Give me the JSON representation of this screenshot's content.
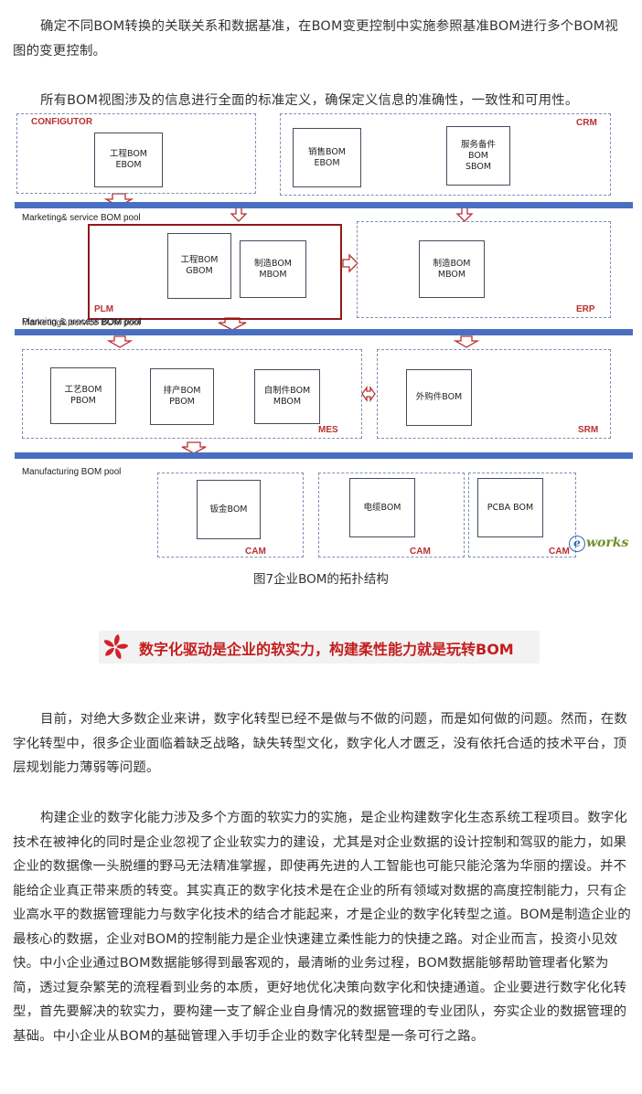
{
  "intro": {
    "p1": "确定不同BOM转换的关联关系和数据基准，在BOM变更控制中实施参照基准BOM进行多个BOM视图的变更控制。",
    "p2": "所有BOM视图涉及的信息进行全面的标准定义，确保定义信息的准确性，一致性和可用性。"
  },
  "diagram": {
    "configurator": {
      "label": "CONFIGUTOR",
      "box_line1": "工程BOM",
      "box_line2": "EBOM"
    },
    "crm": {
      "label": "CRM",
      "sales_line1": "销售BOM",
      "sales_line2": "EBOM",
      "service_line1": "服务备件",
      "service_line2": "BOM",
      "service_line3": "SBOM"
    },
    "pool1": "Marketing& service BOM pool",
    "plm": {
      "label": "PLM",
      "g_line1": "工程BOM",
      "g_line2": "GBOM",
      "m_line1": "制造BOM",
      "m_line2": "MBOM"
    },
    "erp": {
      "label": "ERP",
      "line1": "制造BOM",
      "line2": "MBOM"
    },
    "pool2a": "Planning & process BOM pool",
    "pool2b": "Marketing& service BOM pool",
    "mes": {
      "label": "MES",
      "p_line1": "工艺BOM",
      "p_line2": "PBOM",
      "pp_line1": "排产BOM",
      "pp_line2": "PBOM",
      "m_line1": "自制件BOM",
      "m_line2": "MBOM"
    },
    "srm": {
      "label": "SRM",
      "line1": "外购件BOM"
    },
    "pool3": "Manufacturing  BOM pool",
    "cam1": {
      "label": "CAM",
      "text": "钣金BOM"
    },
    "cam2": {
      "label": "CAM",
      "text": "电缆BOM"
    },
    "cam3": {
      "label": "CAM",
      "text": "PCBA BOM"
    },
    "watermark_letter": "e",
    "watermark_text": "works",
    "colors": {
      "bar": "#4a6fc0",
      "dashed": "#7f8fb5",
      "highlight": "#8e1a1a",
      "label": "#b83030"
    }
  },
  "caption": "图7企业BOM的拓扑结构",
  "banner": {
    "title": "数字化驱动是企业的软实力，构建柔性能力就是玩转BOM",
    "icon": "bauhinia-flower-icon"
  },
  "body": {
    "p1": "目前，对绝大多数企业来讲，数字化转型已经不是做与不做的问题，而是如何做的问题。然而，在数字化转型中，很多企业面临着缺乏战略，缺失转型文化，数字化人才匮乏，没有依托合适的技术平台，顶层规划能力薄弱等问题。",
    "p2": "构建企业的数字化能力涉及多个方面的软实力的实施，是企业构建数字化生态系统工程项目。数字化技术在被神化的同时是企业忽视了企业软实力的建设，尤其是对企业数据的设计控制和驾驭的能力，如果企业的数据像一头脱缰的野马无法精准掌握，即使再先进的人工智能也可能只能沦落为华丽的摆设。并不能给企业真正带来质的转变。其实真正的数字化技术是在企业的所有领域对数据的高度控制能力，只有企业高水平的数据管理能力与数字化技术的结合才能起来，才是企业的数字化转型之道。BOM是制造企业的最核心的数据，企业对BOM的控制能力是企业快速建立柔性能力的快捷之路。对企业而言，投资小见效快。中小企业通过BOM数据能够得到最客观的，最清晰的业务过程，BOM数据能够帮助管理者化繁为简，透过复杂繁芜的流程看到业务的本质，更好地优化决策向数字化和快捷通道。企业要进行数字化化转型，首先要解决的软实力，要构建一支了解企业自身情况的数据管理的专业团队，夯实企业的数据管理的基础。中小企业从BOM的基础管理入手切手企业的数字化转型是一条可行之路。"
  }
}
